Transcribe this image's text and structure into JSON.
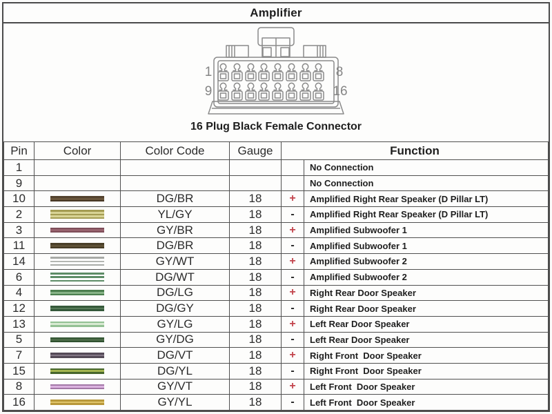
{
  "title": "Amplifier",
  "connector": {
    "caption": "16 Plug Black Female Connector",
    "labels": {
      "top_left": "1",
      "top_right": "8",
      "bottom_left": "9",
      "bottom_right": "16"
    }
  },
  "table": {
    "headers": {
      "pin": "Pin",
      "color": "Color",
      "color_code": "Color Code",
      "gauge": "Gauge",
      "function": "Function"
    },
    "polarity_plus_color": "#c2434b",
    "rows": [
      {
        "pin": "1",
        "swatch": null,
        "color_code": "",
        "gauge": "",
        "sign": "",
        "function": "No Connection"
      },
      {
        "pin": "9",
        "swatch": null,
        "color_code": "",
        "gauge": "",
        "sign": "",
        "function": "No Connection"
      },
      {
        "pin": "10",
        "swatch": [
          "#54432f",
          "#6a563c",
          "#463724"
        ],
        "color_code": "DG/BR",
        "gauge": "18",
        "sign": "+",
        "function": "Amplified Right Rear Speaker (D Pillar LT)"
      },
      {
        "pin": "2",
        "swatch": [
          "#a49c52",
          "#d8d395",
          "#a49c52",
          "#d8d395",
          "#a49c52"
        ],
        "color_code": "YL/GY",
        "gauge": "18",
        "sign": "-",
        "function": "Amplified Right Rear Speaker (D Pillar LT)"
      },
      {
        "pin": "3",
        "swatch": [
          "#7e4e59",
          "#98636e",
          "#7e4e59"
        ],
        "color_code": "GY/BR",
        "gauge": "18",
        "sign": "+",
        "function": "Amplified Subwoofer 1"
      },
      {
        "pin": "11",
        "swatch": [
          "#4a3f28",
          "#5e5136",
          "#453a24"
        ],
        "color_code": "DG/BR",
        "gauge": "18",
        "sign": "-",
        "function": "Amplified Subwoofer 1"
      },
      {
        "pin": "14",
        "swatch": [
          "#a8aaa6",
          "#ffffff",
          "#b4b6b2",
          "#ffffff",
          "#a8aaa6"
        ],
        "color_code": "GY/WT",
        "gauge": "18",
        "sign": "+",
        "function": "Amplified Subwoofer 2"
      },
      {
        "pin": "6",
        "swatch": [
          "#5d8c66",
          "#ffffff",
          "#5d8c66",
          "#ffffff",
          "#5d8c66"
        ],
        "color_code": "DG/WT",
        "gauge": "18",
        "sign": "-",
        "function": "Amplified Subwoofer 2"
      },
      {
        "pin": "4",
        "swatch": [
          "#4b7e4e",
          "#86b286",
          "#4b7e4e"
        ],
        "color_code": "DG/LG",
        "gauge": "18",
        "sign": "+",
        "function": "Right Rear Door Speaker"
      },
      {
        "pin": "12",
        "swatch": [
          "#35593a",
          "#567a57",
          "#35593a"
        ],
        "color_code": "DG/GY",
        "gauge": "18",
        "sign": "-",
        "function": "Right Rear Door Speaker"
      },
      {
        "pin": "13",
        "swatch": [
          "#93c193",
          "#d8ead2",
          "#93c193"
        ],
        "color_code": "GY/LG",
        "gauge": "18",
        "sign": "+",
        "function": "Left Rear Door Speaker"
      },
      {
        "pin": "5",
        "swatch": [
          "#345634",
          "#4b6b47",
          "#2f512f"
        ],
        "color_code": "GY/DG",
        "gauge": "18",
        "sign": "-",
        "function": "Left Rear Door Speaker"
      },
      {
        "pin": "7",
        "swatch": [
          "#544a57",
          "#837786",
          "#544a57"
        ],
        "color_code": "DG/VT",
        "gauge": "18",
        "sign": "+",
        "function": "Right Front  Door Speaker"
      },
      {
        "pin": "15",
        "swatch": [
          "#46662c",
          "#a3b550",
          "#46662c"
        ],
        "color_code": "DG/YL",
        "gauge": "18",
        "sign": "-",
        "function": "Right Front  Door Speaker"
      },
      {
        "pin": "8",
        "swatch": [
          "#a277a6",
          "#dcb3e0",
          "#a277a6"
        ],
        "color_code": "GY/VT",
        "gauge": "18",
        "sign": "+",
        "function": "Left Front  Door Speaker"
      },
      {
        "pin": "16",
        "swatch": [
          "#b8983a",
          "#e0c56a",
          "#b8983a"
        ],
        "color_code": "GY/YL",
        "gauge": "18",
        "sign": "-",
        "function": "Left Front  Door Speaker"
      }
    ]
  }
}
